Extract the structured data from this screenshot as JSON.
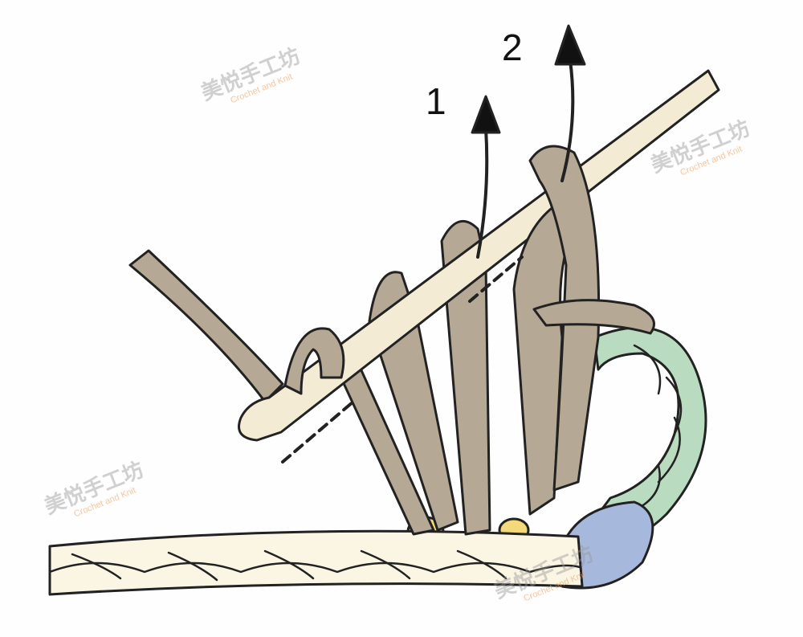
{
  "diagram": {
    "step_labels": [
      "1",
      "2"
    ],
    "colors": {
      "yarn": "#b5a894",
      "hook": "#f3ebd3",
      "base_chain": "#fbf6e4",
      "ring_green": "#b9dcc0",
      "ring_blue": "#a6b8dc",
      "marker_yellow": "#f3d97a",
      "outline": "#222222"
    }
  },
  "watermark": {
    "brand": "美悦手工坊",
    "tagline": "Crochet and Knit"
  }
}
